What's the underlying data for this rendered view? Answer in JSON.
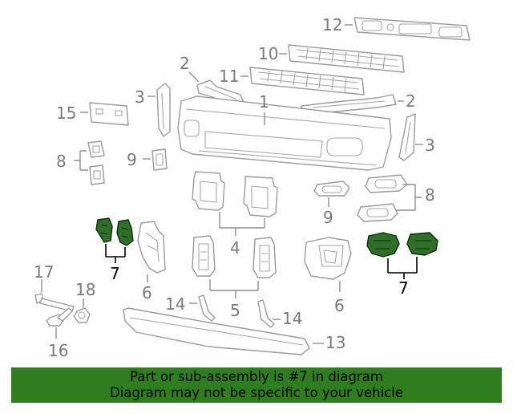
{
  "callouts": {
    "c1": "1",
    "c2a": "2",
    "c2b": "2",
    "c3a": "3",
    "c3b": "3",
    "c4": "4",
    "c5": "5",
    "c6a": "6",
    "c6b": "6",
    "c7a": "7",
    "c7b": "7",
    "c8a": "8",
    "c8b": "8",
    "c9a": "9",
    "c9b": "9",
    "c10": "10",
    "c11": "11",
    "c12": "12",
    "c13": "13",
    "c14a": "14",
    "c14b": "14",
    "c15": "15",
    "c16": "16",
    "c17": "17",
    "c18": "18"
  },
  "highlight": {
    "part_number": "7",
    "color": "#2e7d1e"
  },
  "banner": {
    "line1": "Part or sub-assembly is #7 in diagram",
    "line2": "Diagram may not be specific to your vehicle"
  }
}
